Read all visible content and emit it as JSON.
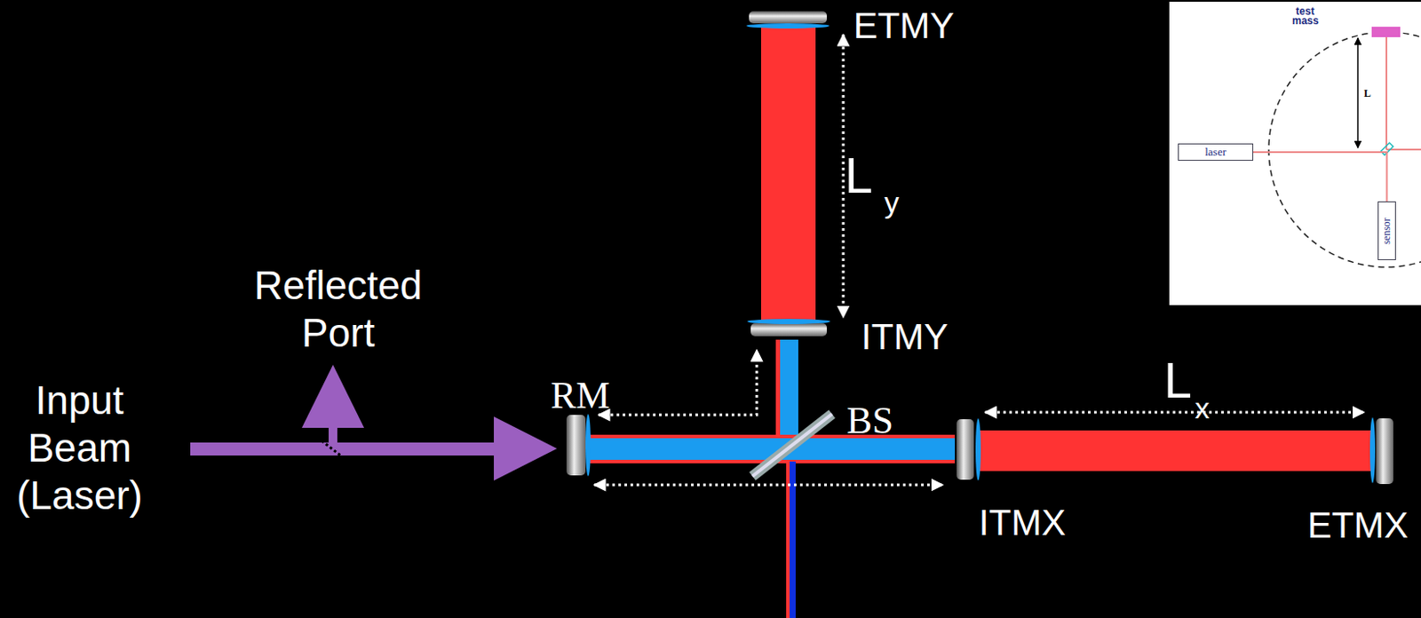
{
  "diagram": {
    "nodes": [
      {
        "text": [
          "laser"
        ]
      },
      {
        "text": [
          "sensor"
        ]
      }
    ],
    "edges": [
      {
        "from": 0,
        "to": 1,
        "arrow": "none"
      }
    ],
    "labels": [
      "ETMY",
      "L",
      "y",
      "ITMY",
      "Reflected Port",
      "Input Beam (Laser)",
      "RM",
      "BS",
      "L",
      "x",
      "ITMX",
      "ETMX",
      "test mass",
      "L"
    ]
  }
}
